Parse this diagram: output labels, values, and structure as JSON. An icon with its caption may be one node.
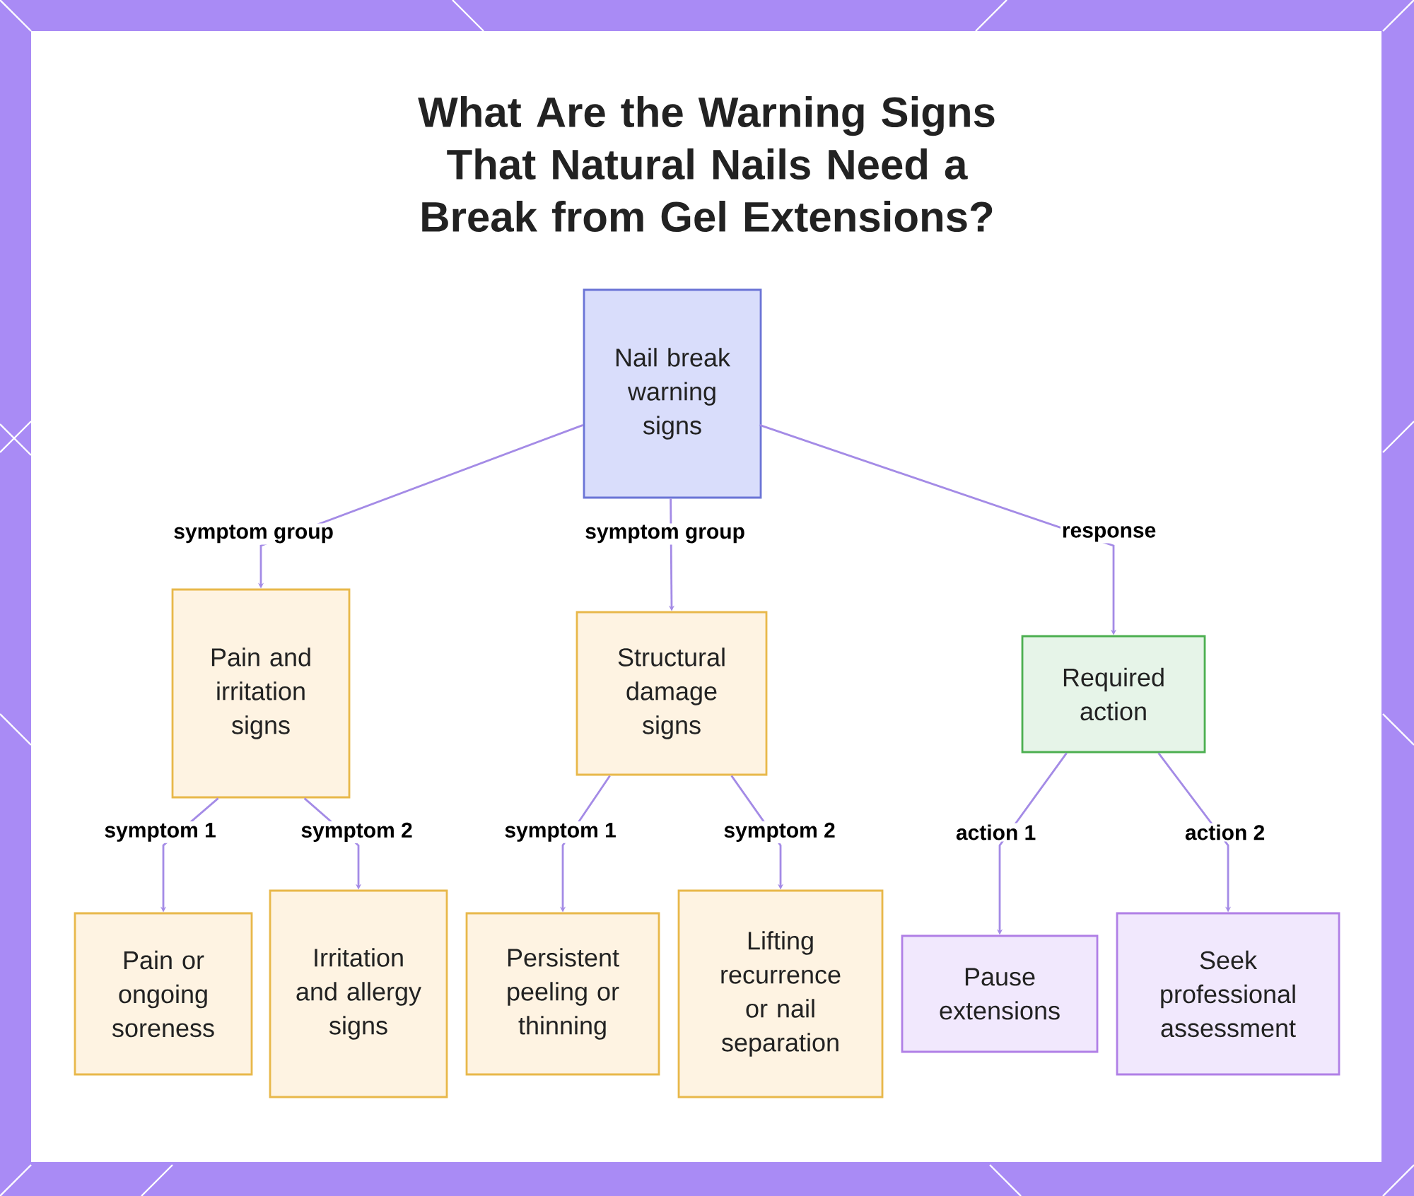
{
  "diagram": {
    "title": "What Are the Warning Signs That Natural Nails Need a Break from Gel Extensions?",
    "nodes": [
      {
        "text": [
          "Nail break warning signs"
        ]
      },
      {
        "text": [
          "Pain and irritation signs"
        ]
      },
      {
        "text": [
          "Structural damage signs"
        ]
      },
      {
        "text": [
          "Required action"
        ]
      },
      {
        "text": [
          "Pain or ongoing soreness"
        ]
      },
      {
        "text": [
          "Irritation and allergy signs"
        ]
      },
      {
        "text": [
          "Persistent peeling or thinning"
        ]
      },
      {
        "text": [
          "Lifting recurrence or nail separation"
        ]
      },
      {
        "text": [
          "Pause extensions"
        ]
      },
      {
        "text": [
          "Seek professional assessment"
        ]
      }
    ],
    "edges": [
      {
        "from": 0,
        "to": 1,
        "arrow": "to",
        "label": "symptom group"
      },
      {
        "from": 0,
        "to": 2,
        "arrow": "to",
        "label": "symptom group"
      },
      {
        "from": 0,
        "to": 3,
        "arrow": "to",
        "label": "response"
      },
      {
        "from": 1,
        "to": 4,
        "arrow": "to",
        "label": "symptom 1"
      },
      {
        "from": 1,
        "to": 5,
        "arrow": "to",
        "label": "symptom 2"
      },
      {
        "from": 2,
        "to": 6,
        "arrow": "to",
        "label": "symptom 1"
      },
      {
        "from": 2,
        "to": 7,
        "arrow": "to",
        "label": "symptom 2"
      },
      {
        "from": 3,
        "to": 8,
        "arrow": "to",
        "label": "action 1"
      },
      {
        "from": 3,
        "to": 9,
        "arrow": "to",
        "label": "action 2"
      }
    ]
  }
}
